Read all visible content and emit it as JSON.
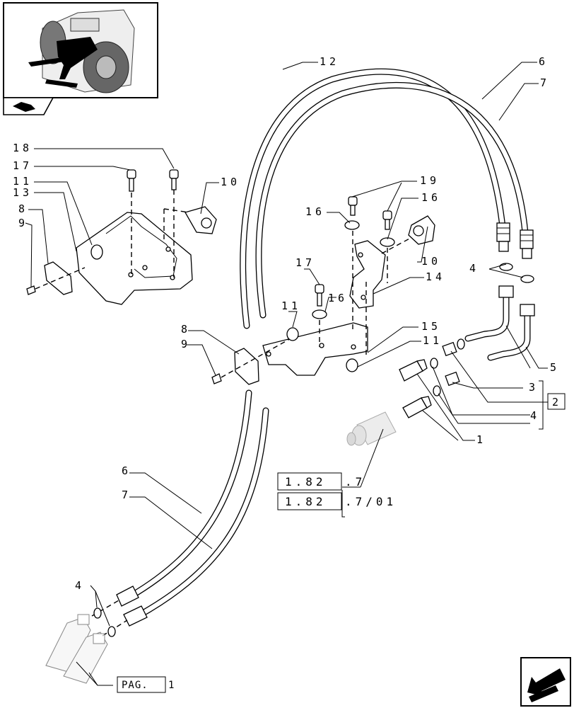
{
  "callouts": {
    "c1": "1",
    "c2": "2",
    "c3": "3",
    "c4_right": "4",
    "c4_mid": "4",
    "c4_bottom": "4",
    "c5": "5",
    "c6_top": "6",
    "c6_bottom": "6",
    "c7_top": "7",
    "c7_bottom": "7",
    "c8_left": "8",
    "c8_center": "8",
    "c9_left": "9",
    "c9_center": "9",
    "c10_left": "10",
    "c10_right": "10",
    "c11_left": "11",
    "c11_center": "11",
    "c11_right": "11",
    "c12": "12",
    "c13": "13",
    "c14": "14",
    "c15": "15",
    "c16_upper": "16",
    "c16_right": "16",
    "c16_lower": "16",
    "c17_left": "17",
    "c17_center": "17",
    "c18": "18",
    "c19": "19"
  },
  "references": {
    "ref_a_box": "1.82",
    "ref_a_tail": ".7",
    "ref_b_box": "1.82",
    "ref_b_tail": ".7/01"
  },
  "page_ref": {
    "box": "PAG.",
    "num": "1"
  }
}
